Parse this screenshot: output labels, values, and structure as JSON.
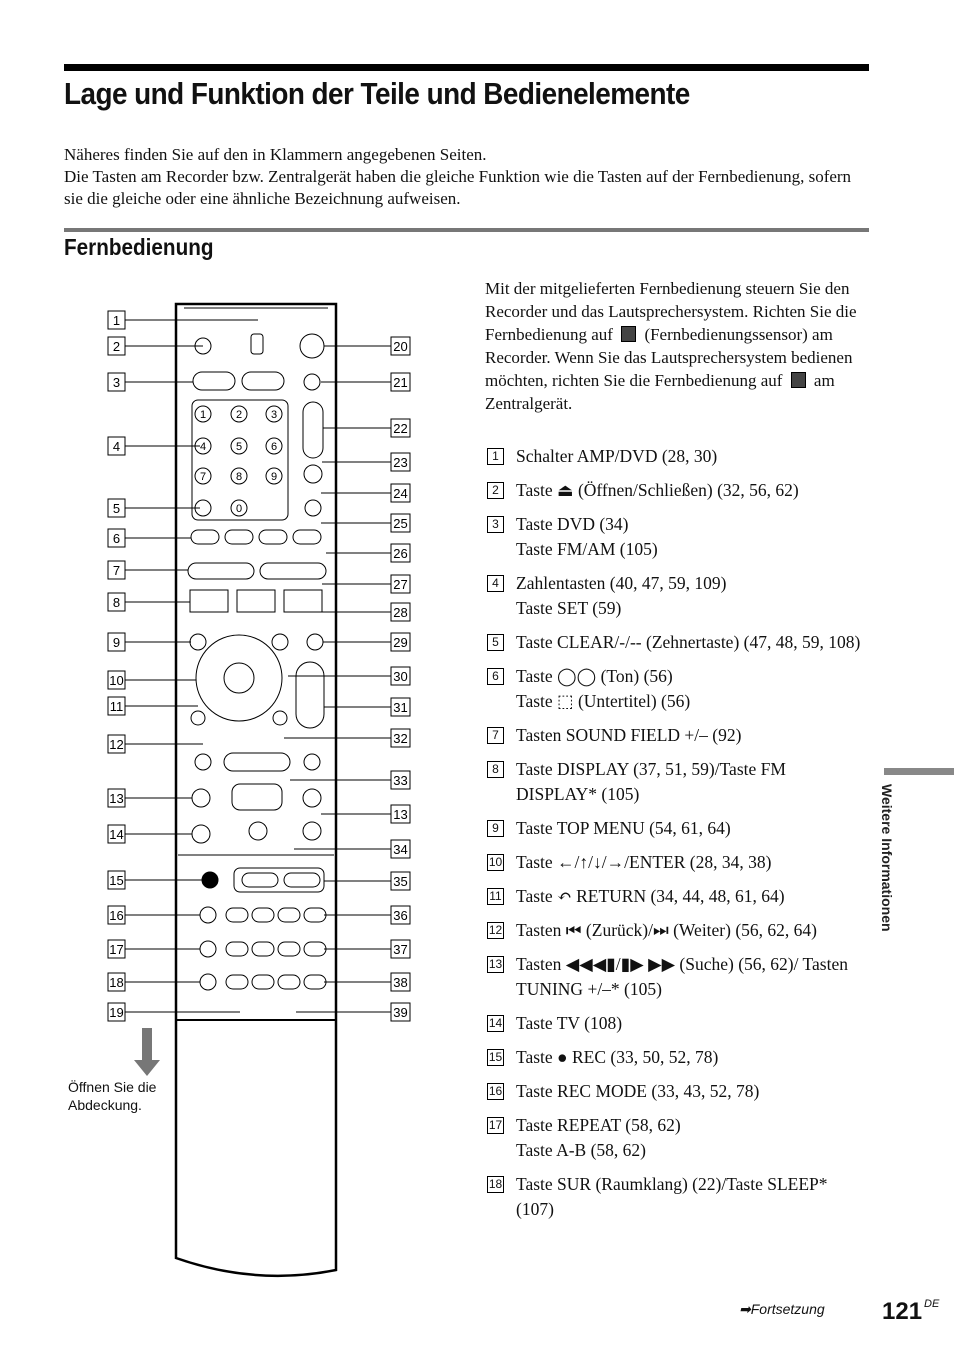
{
  "header": {
    "title": "Lage und Funktion der Teile und Bedienelemente"
  },
  "intro": {
    "line1": "Näheres finden Sie auf den in Klammern angegebenen Seiten.",
    "line2": "Die Tasten am Recorder bzw. Zentralgerät haben die gleiche Funktion wie die Tasten auf der Fernbedienung, sofern sie die gleiche oder eine ähnliche Bezeichnung aufweisen."
  },
  "section": {
    "title": "Fernbedienung"
  },
  "description": {
    "part1": "Mit der mitgelieferten Fernbedienung steuern Sie den Recorder und das Lautsprechersystem. Richten Sie die Fernbedienung auf",
    "part2": "(Fernbedienungssensor) am Recorder. Wenn Sie das Lautsprechersystem bedienen möchten, richten Sie die Fernbedienung auf",
    "part3": "am Zentralgerät."
  },
  "items": [
    {
      "num": "1",
      "l1": "Schalter AMP/DVD (28, 30)"
    },
    {
      "num": "2",
      "l1": "Taste ⏏ (Öffnen/Schließen) (32, 56, 62)"
    },
    {
      "num": "3",
      "l1": "Taste DVD (34)",
      "l2": "Taste FM/AM (105)"
    },
    {
      "num": "4",
      "l1": "Zahlentasten (40, 47, 59, 109)",
      "l2": "Taste SET (59)"
    },
    {
      "num": "5",
      "l1": "Taste CLEAR/-/-- (Zehnertaste) (47, 48, 59, 108)"
    },
    {
      "num": "6",
      "l1": "Taste ◯◯ (Ton) (56)",
      "l2": "Taste ⬚ (Untertitel) (56)"
    },
    {
      "num": "7",
      "l1": "Tasten SOUND FIELD +/– (92)"
    },
    {
      "num": "8",
      "l1": "Taste DISPLAY (37, 51, 59)/Taste FM DISPLAY* (105)"
    },
    {
      "num": "9",
      "l1": "Taste TOP MENU (54, 61, 64)"
    },
    {
      "num": "10",
      "l1": "Taste ←/↑/↓/→/ENTER (28, 34, 38)"
    },
    {
      "num": "11",
      "l1": "Taste ↶ RETURN (34, 44, 48, 61, 64)"
    },
    {
      "num": "12",
      "l1": "Tasten ⏮ (Zurück)/⏭ (Weiter) (56, 62, 64)"
    },
    {
      "num": "13",
      "l1": "Tasten ◀◀◀▮/▮▶ ▶▶ (Suche) (56, 62)/ Tasten TUNING +/–* (105)"
    },
    {
      "num": "14",
      "l1": "Taste TV (108)"
    },
    {
      "num": "15",
      "l1": "Taste ● REC (33, 50, 52, 78)"
    },
    {
      "num": "16",
      "l1": "Taste REC MODE (33, 43, 52, 78)"
    },
    {
      "num": "17",
      "l1": "Taste REPEAT (58, 62)",
      "l2": "Taste A-B (58, 62)"
    },
    {
      "num": "18",
      "l1": "Taste SUR (Raumklang) (22)/Taste SLEEP* (107)"
    }
  ],
  "diagram": {
    "labels_left": [
      "1",
      "2",
      "3",
      "4",
      "5",
      "6",
      "7",
      "8",
      "9",
      "10",
      "11",
      "12",
      "13",
      "14",
      "15",
      "16",
      "17",
      "18",
      "19"
    ],
    "labels_right": [
      "20",
      "21",
      "22",
      "23",
      "24",
      "25",
      "26",
      "27",
      "28",
      "29",
      "30",
      "31",
      "32",
      "33",
      "13",
      "34",
      "35",
      "36",
      "37",
      "38",
      "39"
    ],
    "keypad": [
      "1",
      "2",
      "3",
      "4",
      "5",
      "6",
      "7",
      "8",
      "9",
      "0"
    ],
    "note": "Öffnen Sie die Abdeckung."
  },
  "side_tab": {
    "label": "Weitere Informationen"
  },
  "footer": {
    "continued": "Fortsetzung",
    "page": "121",
    "lang": "DE"
  }
}
